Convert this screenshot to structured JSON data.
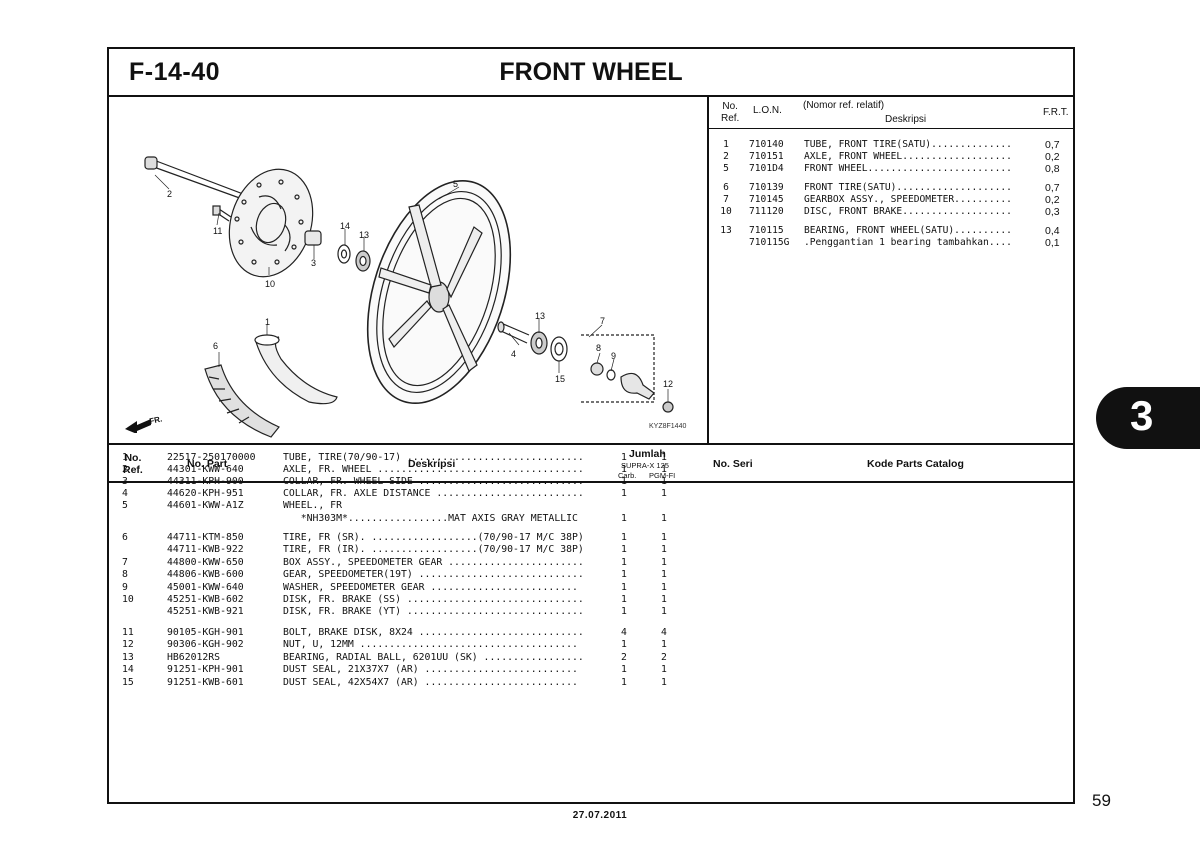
{
  "header": {
    "code": "F-14-40",
    "title": "FRONT WHEEL"
  },
  "figure": {
    "code": "KYZ8F1440",
    "direction_label": "FR.",
    "callouts": [
      {
        "label": "2"
      },
      {
        "label": "11"
      },
      {
        "label": "10"
      },
      {
        "label": "3"
      },
      {
        "label": "14"
      },
      {
        "label": "13"
      },
      {
        "label": "5"
      },
      {
        "label": "1"
      },
      {
        "label": "6"
      },
      {
        "label": "13"
      },
      {
        "label": "4"
      },
      {
        "label": "15"
      },
      {
        "label": "7"
      },
      {
        "label": "8"
      },
      {
        "label": "9"
      },
      {
        "label": "12"
      }
    ]
  },
  "lon_table": {
    "header": {
      "no": "No.",
      "ref": "Ref.",
      "lon": "L.O.N.",
      "nomor": "(Nomor ref. relatif)",
      "deskripsi": "Deskripsi",
      "frt": "F.R.T."
    },
    "rows": [
      {
        "ref": "1",
        "lon": "710140",
        "desc": "TUBE, FRONT TIRE(SATU)..............",
        "frt": "0,7"
      },
      {
        "ref": "2",
        "lon": "710151",
        "desc": "AXLE, FRONT WHEEL...................",
        "frt": "0,2"
      },
      {
        "ref": "5",
        "lon": "7101D4",
        "desc": "FRONT WHEEL.........................",
        "frt": "0,8"
      },
      {
        "ref": "6",
        "lon": "710139",
        "desc": "FRONT TIRE(SATU)....................",
        "frt": "0,7"
      },
      {
        "ref": "7",
        "lon": "710145",
        "desc": "GEARBOX ASSY., SPEEDOMETER..........",
        "frt": "0,2"
      },
      {
        "ref": "10",
        "lon": "711120",
        "desc": "DISC, FRONT BRAKE...................",
        "frt": "0,3"
      },
      {
        "ref": "13",
        "lon": "710115",
        "desc": "BEARING, FRONT WHEEL(SATU)..........",
        "frt": "0,4"
      },
      {
        "ref": "",
        "lon": "710115G",
        "desc": ".Penggantian 1 bearing tambahkan....",
        "frt": "0,1"
      }
    ]
  },
  "parts_header": {
    "no_ref_1": "No.",
    "no_ref_2": "Ref.",
    "no_part": "No. Part",
    "deskripsi": "Deskripsi",
    "jumlah": "Jumlah",
    "model": "SUPRA-X 125",
    "carb": "Carb.",
    "pgmfi": "PGM-FI",
    "no_seri": "No. Seri",
    "kode": "Kode Parts Catalog"
  },
  "parts": [
    {
      "ref": "1",
      "part": "22517-250170000",
      "desc": "TUBE, TIRE(70/90-17) ..............................",
      "q1": "1",
      "q2": "1"
    },
    {
      "ref": "2",
      "part": "44301-KWW-640",
      "desc": "AXLE, FR. WHEEL ...................................",
      "q1": "1",
      "q2": "1"
    },
    {
      "ref": "3",
      "part": "44311-KPH-900",
      "desc": "COLLAR, FR. WHEEL SIDE ............................",
      "q1": "1",
      "q2": "1"
    },
    {
      "ref": "4",
      "part": "44620-KPH-951",
      "desc": "COLLAR, FR. AXLE DISTANCE .........................",
      "q1": "1",
      "q2": "1"
    },
    {
      "ref": "5",
      "part": "44601-KWW-A1Z",
      "desc": "WHEEL., FR",
      "q1": "",
      "q2": ""
    },
    {
      "ref": "",
      "part": "",
      "desc": "   *NH303M*.................MAT AXIS GRAY METALLIC",
      "q1": "1",
      "q2": "1"
    },
    {
      "ref": "6",
      "part": "44711-KTM-850",
      "desc": "TIRE, FR (SR). ..................(70/90-17 M/C 38P)",
      "q1": "1",
      "q2": "1"
    },
    {
      "ref": "",
      "part": "44711-KWB-922",
      "desc": "TIRE, FR (IR). ..................(70/90-17 M/C 38P)",
      "q1": "1",
      "q2": "1"
    },
    {
      "ref": "7",
      "part": "44800-KWW-650",
      "desc": "BOX ASSY., SPEEDOMETER GEAR .......................",
      "q1": "1",
      "q2": "1"
    },
    {
      "ref": "8",
      "part": "44806-KWB-600",
      "desc": "GEAR, SPEEDOMETER(19T) ............................",
      "q1": "1",
      "q2": "1"
    },
    {
      "ref": "9",
      "part": "45001-KWW-640",
      "desc": "WASHER, SPEEDOMETER GEAR .........................",
      "q1": "1",
      "q2": "1"
    },
    {
      "ref": "10",
      "part": "45251-KWB-602",
      "desc": "DISK, FR. BRAKE (SS) ..............................",
      "q1": "1",
      "q2": "1"
    },
    {
      "ref": "",
      "part": "45251-KWB-921",
      "desc": "DISK, FR. BRAKE (YT) ..............................",
      "q1": "1",
      "q2": "1"
    },
    {
      "ref": "11",
      "part": "90105-KGH-901",
      "desc": "BOLT, BRAKE DISK, 8X24 ............................",
      "q1": "4",
      "q2": "4"
    },
    {
      "ref": "12",
      "part": "90306-KGH-902",
      "desc": "NUT, U, 12MM .....................................",
      "q1": "1",
      "q2": "1"
    },
    {
      "ref": "13",
      "part": "HB62012RS",
      "desc": "BEARING, RADIAL BALL, 6201UU (SK) .................",
      "q1": "2",
      "q2": "2"
    },
    {
      "ref": "14",
      "part": "91251-KPH-901",
      "desc": "DUST SEAL, 21X37X7 (AR) ..........................",
      "q1": "1",
      "q2": "1"
    },
    {
      "ref": "15",
      "part": "91251-KWB-601",
      "desc": "DUST SEAL, 42X54X7 (AR) ..........................",
      "q1": "1",
      "q2": "1"
    }
  ],
  "footer": {
    "date": "27.07.2011",
    "page": "59",
    "chapter": "3"
  }
}
